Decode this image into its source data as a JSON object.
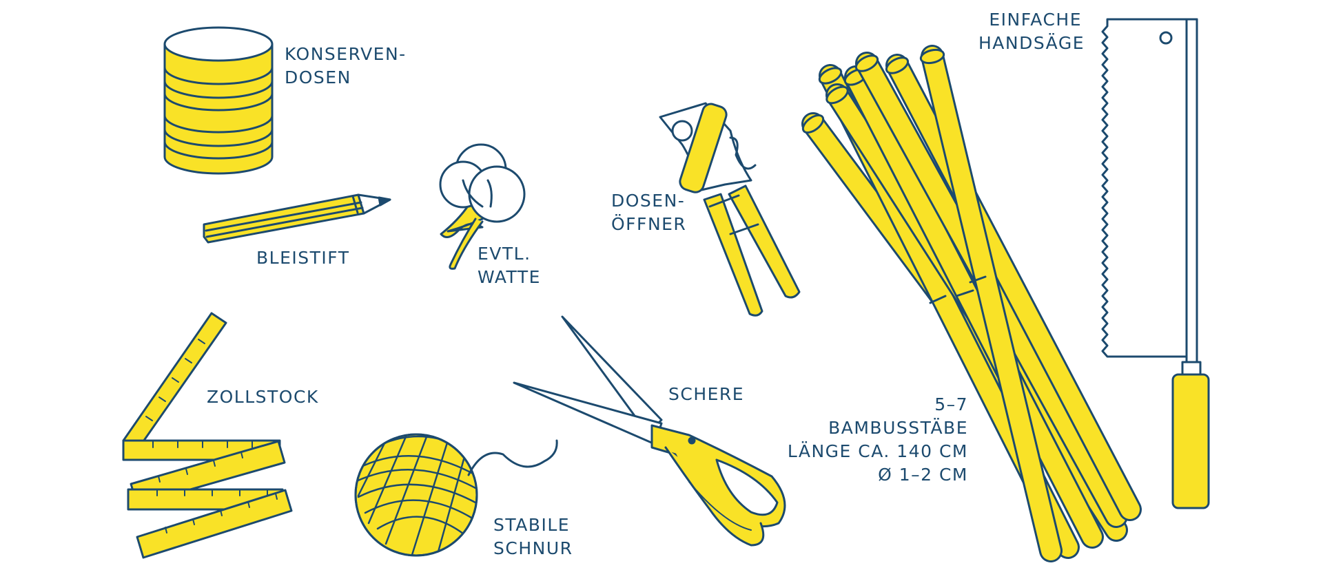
{
  "colors": {
    "yellow": "#f9e227",
    "navy": "#1c4a6e",
    "background": "#ffffff"
  },
  "items": {
    "cans": {
      "icon": "tin-can-icon",
      "line1": "KONSERVEN-",
      "line2": "DOSEN"
    },
    "pencil": {
      "icon": "pencil-icon",
      "label": "BLEISTIFT"
    },
    "cotton": {
      "icon": "cotton-icon",
      "line1": "EVTL.",
      "line2": "WATTE"
    },
    "opener": {
      "icon": "can-opener-icon",
      "line1": "DOSEN-",
      "line2": "ÖFFNER"
    },
    "saw": {
      "icon": "hand-saw-icon",
      "line1": "EINFACHE",
      "line2": "HANDSÄGE"
    },
    "ruler": {
      "icon": "folding-ruler-icon",
      "label": "ZOLLSTOCK"
    },
    "twine": {
      "icon": "twine-ball-icon",
      "line1": "STABILE",
      "line2": "SCHNUR"
    },
    "scissors": {
      "icon": "scissors-icon",
      "label": "SCHERE"
    },
    "bamboo": {
      "icon": "bamboo-sticks-icon",
      "line1": "5–7",
      "line2": "BAMBUSSTÄBE",
      "line3": "LÄNGE CA. 140 CM",
      "line4": "Ø 1–2 CM"
    }
  }
}
